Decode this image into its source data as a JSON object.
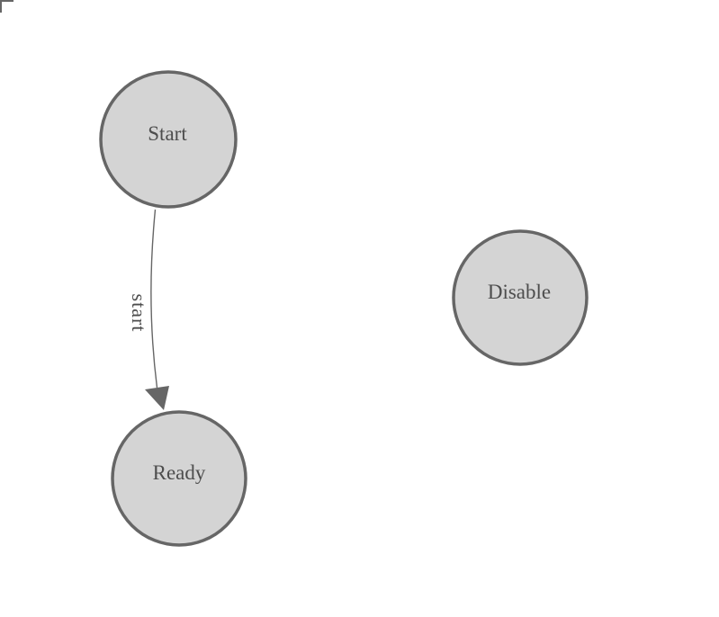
{
  "diagram": {
    "type": "state-machine",
    "nodes": [
      {
        "id": "start",
        "label": "Start"
      },
      {
        "id": "ready",
        "label": "Ready"
      },
      {
        "id": "disable",
        "label": "Disable"
      }
    ],
    "edges": [
      {
        "from": "Start",
        "to": "Ready",
        "label": "start"
      }
    ],
    "colors": {
      "node_fill": "#d4d4d4",
      "node_border": "#666666",
      "node_text": "#4d4d4d",
      "edge_line": "#666666",
      "arrowhead": "#666666",
      "edge_label_text": "#4d4d4d",
      "corner_mark": "#666666",
      "background": "#ffffff"
    }
  }
}
